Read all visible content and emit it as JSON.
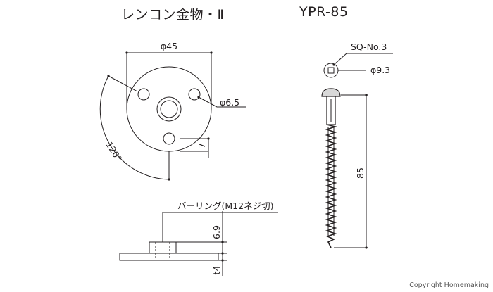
{
  "title_left": "レンコン金物・Ⅱ",
  "title_right": "YPR-85",
  "copyright": "Copyright Homemaking",
  "plate_top": {
    "diameter": "φ45",
    "hole": "φ6.5",
    "angle": "120°",
    "offset": "7"
  },
  "plate_side": {
    "burring": "バーリング(M12ネジ切)",
    "height": "6.9",
    "thickness": "t4"
  },
  "screw": {
    "head_type": "SQ-No.3",
    "head_diameter": "φ9.3",
    "length": "85"
  }
}
